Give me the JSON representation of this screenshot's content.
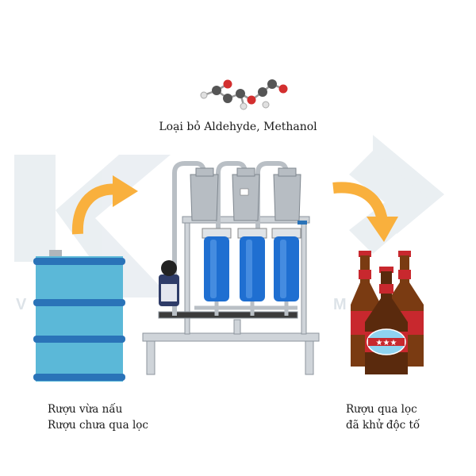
{
  "molecule_caption": "Loại bỏ Aldehyde, Methanol",
  "left_caption": {
    "line1": "Rượu vừa nấu",
    "line2": "Rượu chưa qua lọc"
  },
  "right_caption": {
    "line1": "Rượu qua lọc",
    "line2": "đã khử độc tố"
  },
  "watermark": {
    "letters": "V",
    "letters_right": "M"
  },
  "colors": {
    "barrel": "#5bb8d8",
    "barrel_band": "#2a73b8",
    "arrow": "#f9b03d",
    "filter_housing": "#1f6fd1",
    "bottle_brown": "#7a3b12",
    "bottle_label": "#c8282e",
    "steel": "#c9ced3"
  },
  "icons": [
    "molecule-icon",
    "barrel-icon",
    "filter-machine-icon",
    "beer-bottles-icon",
    "curved-arrow-icon"
  ]
}
